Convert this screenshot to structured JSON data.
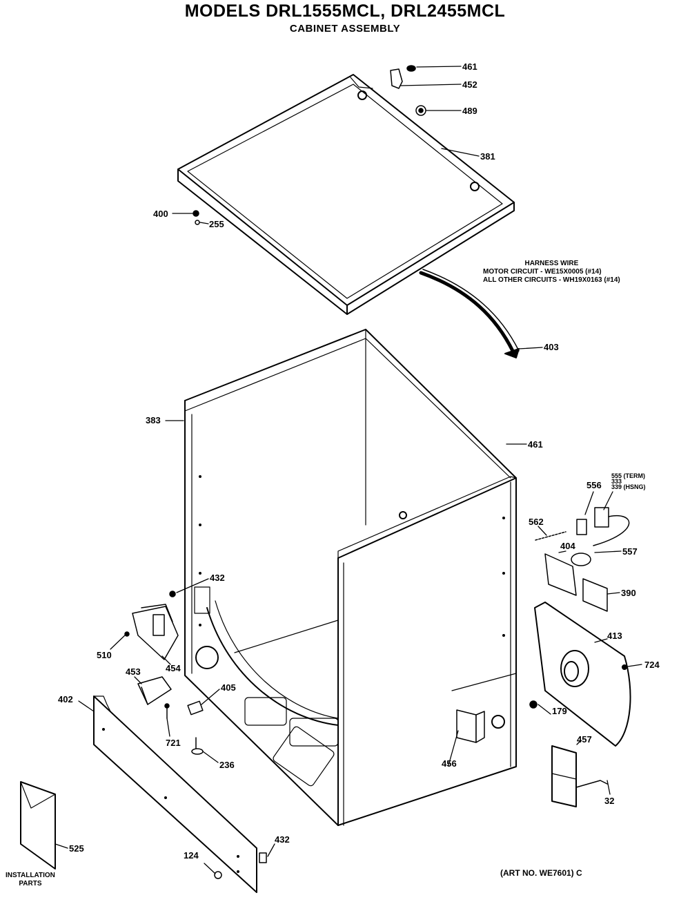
{
  "header": {
    "title": "MODELS DRL1555MCL, DRL2455MCL",
    "subtitle": "CABINET ASSEMBLY"
  },
  "harness_note": {
    "heading": "HARNESS WIRE",
    "line1": "MOTOR CIRCUIT - WE15X0005 (#14)",
    "line2": "ALL OTHER CIRCUITS - WH19X0163 (#14)"
  },
  "art_number": "(ART NO. WE7601) C",
  "installation_parts": [
    "INSTALLATION",
    "PARTS"
  ],
  "part_labels": {
    "p461_top": "461",
    "p452": "452",
    "p489": "489",
    "p381": "381",
    "p400": "400",
    "p255": "255",
    "p403": "403",
    "p383": "383",
    "p461_mid": "461",
    "p555": "555 (TERM)",
    "p333": "333",
    "p339": "339 (HSNG)",
    "p556": "556",
    "p562": "562",
    "p404": "404",
    "p557": "557",
    "p390": "390",
    "p432_left": "432",
    "p510": "510",
    "p454": "454",
    "p413": "413",
    "p724": "724",
    "p453": "453",
    "p405": "405",
    "p402": "402",
    "p721": "721",
    "p179": "179",
    "p457": "457",
    "p236": "236",
    "p456": "456",
    "p32": "32",
    "p525": "525",
    "p432_bottom": "432",
    "p124": "124"
  }
}
